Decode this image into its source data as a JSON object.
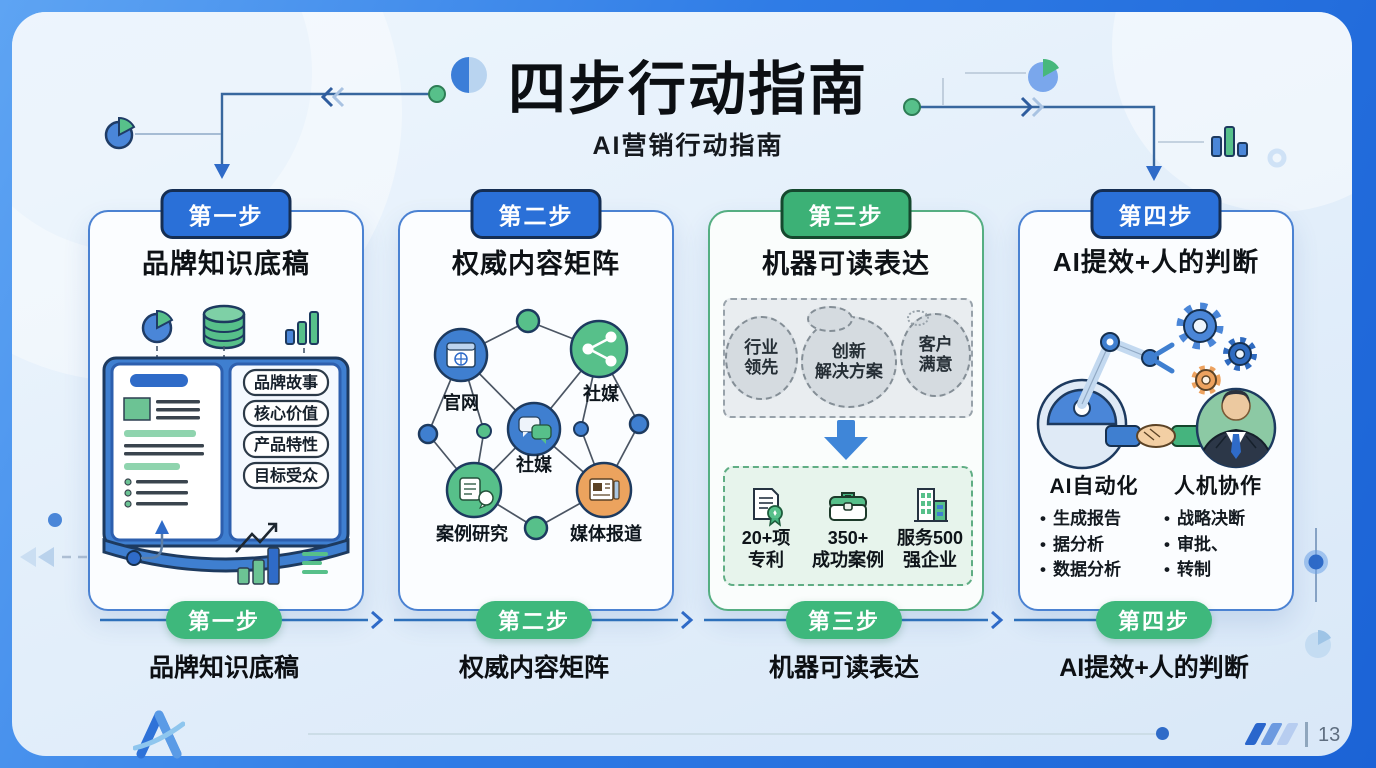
{
  "slide": {
    "title": "四步行动指南",
    "subtitle": "AI营销行动指南",
    "page_number": "13"
  },
  "cards": [
    {
      "badge": "第一步",
      "title": "品牌知识底稿",
      "book_labels": [
        "品牌故事",
        "核心价值",
        "产品特性",
        "目标受众"
      ]
    },
    {
      "badge": "第二步",
      "title": "权威内容矩阵",
      "node_labels": [
        "官网",
        "社媒",
        "社媒",
        "案例研究",
        "媒体报道"
      ]
    },
    {
      "badge": "第三步",
      "title": "机器可读表达",
      "clouds": [
        {
          "line1": "行业",
          "line2": "领先"
        },
        {
          "line1": "创新",
          "line2": "解决方案"
        },
        {
          "line1": "客户",
          "line2": "满意"
        }
      ],
      "stats": [
        {
          "line1": "20+项",
          "line2": "专利"
        },
        {
          "line1": "350+",
          "line2": "成功案例"
        },
        {
          "line1": "服务500",
          "line2": "强企业"
        }
      ]
    },
    {
      "badge": "第四步",
      "title": "AI提效+人的判断",
      "columns": [
        {
          "heading": "AI自动化",
          "bullets": [
            "生成报告",
            "据分析",
            "数据分析"
          ]
        },
        {
          "heading": "人机协作",
          "bullets": [
            "战略决断",
            "审批、",
            "转制"
          ]
        }
      ]
    }
  ],
  "timeline": [
    {
      "pill": "第一步",
      "label": "品牌知识底稿"
    },
    {
      "pill": "第二步",
      "label": "权威内容矩阵"
    },
    {
      "pill": "第三步",
      "label": "机器可读表达"
    },
    {
      "pill": "第四步",
      "label": "AI提效+人的判断"
    }
  ],
  "colors": {
    "frame_blue": "#2b76e3",
    "accent_blue": "#2a70d8",
    "accent_green": "#3cb176",
    "accent_orange": "#eda25f",
    "panel_light": "#e3eefa",
    "badge_border": "#17315e",
    "timeline_pill_green": "#3eb87c",
    "text_dark": "#0c0f13"
  }
}
